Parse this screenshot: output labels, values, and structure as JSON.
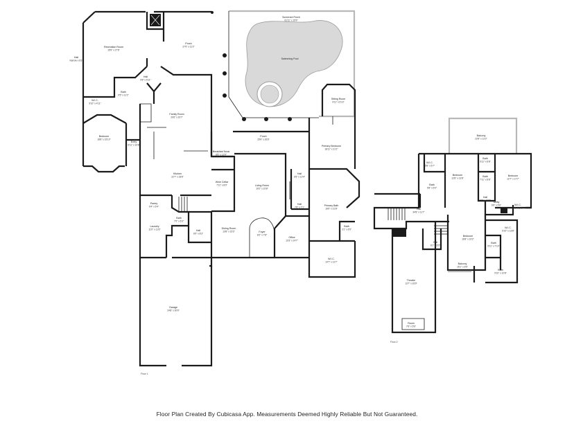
{
  "footer": "Floor Plan Created By Cubicasa App. Measurements Deemed Highly Reliable But Not Guaranteed.",
  "floor1_label": "Floor 1",
  "floor2_label": "Floor 2",
  "colors": {
    "wall": "#1a1a1a",
    "pool": "#d9d9d9",
    "background": "#ffffff"
  },
  "floor1_rooms": [
    {
      "name": "Screened Porch",
      "dim": "61'11\" x 15'9\""
    },
    {
      "name": "Swimming Pool",
      "dim": ""
    },
    {
      "name": "Recreation Room",
      "dim": "15'9\" x 27'6\""
    },
    {
      "name": "Porch",
      "dim": "27'6\" x 11'2\""
    },
    {
      "name": "Hall",
      "dim": "Narrow x 6'3\""
    },
    {
      "name": "Hall",
      "dim": "9'8\" x 5'11\""
    },
    {
      "name": "Bath",
      "dim": "9'5\" x 11'2\""
    },
    {
      "name": "W.I.C.",
      "dim": "9'10\" x 4'11\""
    },
    {
      "name": "Family Room",
      "dim": "20'6\" x 20'7\""
    },
    {
      "name": "Sitting Room",
      "dim": "9'11\" x 6'10\""
    },
    {
      "name": "Bedroom",
      "dim": "18'8\" x 15'10\""
    },
    {
      "name": "Entry",
      "dim": "6'11\" x 10'8\""
    },
    {
      "name": "Porch",
      "dim": "25'6\" x 26'6\""
    },
    {
      "name": "Breakfast Nook",
      "dim": "8'5\" x 12'9\""
    },
    {
      "name": "Primary Bedroom",
      "dim": "18'11\" x 21'1\""
    },
    {
      "name": "Kitchen",
      "dim": "22'7\" x 18'6\""
    },
    {
      "name": "Hall",
      "dim": "6'6\" x 12'4\""
    },
    {
      "name": "Wine Cellar",
      "dim": "7'11\" x 8'0\""
    },
    {
      "name": "Living Room",
      "dim": "19'2\" x 22'8\""
    },
    {
      "name": "Pantry",
      "dim": "9'4\" x 5'4\""
    },
    {
      "name": "Hall",
      "dim": "7'6\" x 7'1\""
    },
    {
      "name": "Primary Bath",
      "dim": "16'0\" x 21'8\""
    },
    {
      "name": "Bath",
      "dim": "7'0\" x 6'3\""
    },
    {
      "name": "Laundry",
      "dim": "11'0\" x 11'6\""
    },
    {
      "name": "Hall",
      "dim": "6'0\" x 8'3\""
    },
    {
      "name": "Dining Room",
      "dim": "13'8\" x 15'3\""
    },
    {
      "name": "Foyer",
      "dim": "8'2\" x 7'8\""
    },
    {
      "name": "Office",
      "dim": "13'3\" x 14'7\""
    },
    {
      "name": "Bath",
      "dim": "3'1\" x 6'5\""
    },
    {
      "name": "W.I.C.",
      "dim": "14'7\" x 12'7\""
    },
    {
      "name": "Garage",
      "dim": "24'8\" x 30'9\""
    }
  ],
  "floor2_rooms": [
    {
      "name": "Balcony",
      "dim": "22'6\" x 12'2\""
    },
    {
      "name": "W.I.C.",
      "dim": "5'8\" x 5'7\""
    },
    {
      "name": "Bath",
      "dim": "5'11\" x 6'8\""
    },
    {
      "name": "Bedroom",
      "dim": "12'8\" x 13'8\""
    },
    {
      "name": "Bedroom",
      "dim": "12'7\" x 17'7\""
    },
    {
      "name": "Bath",
      "dim": "5'8\" x 6'0\""
    },
    {
      "name": "Bath",
      "dim": "7'11\" x 6'8\""
    },
    {
      "name": "Hall",
      "dim": "5'7\" x 10'7\""
    },
    {
      "name": "Utility",
      "dim": "6'6\" x 5'6\""
    },
    {
      "name": "W.I.C.",
      "dim": "7'1\" x 5'6\""
    },
    {
      "name": "Hall",
      "dim": "34'8\" x 11'7\""
    },
    {
      "name": "W.I.C.",
      "dim": "5'10\" x 13'8\""
    },
    {
      "name": "Bedroom",
      "dim": "16'8\" x 19'2\""
    },
    {
      "name": "Hall",
      "dim": "8'1\" x 6'5\""
    },
    {
      "name": "Bath",
      "dim": "5'11\" x 7'10\""
    },
    {
      "name": "Balcony",
      "dim": "15'1\" x 6'5\""
    },
    {
      "name": "Bath",
      "dim": "9'10\" x 10'8\""
    },
    {
      "name": "Theatre",
      "dim": "13'7\" x 33'9\""
    },
    {
      "name": "Room",
      "dim": "7'6\" x 5'6\""
    }
  ]
}
